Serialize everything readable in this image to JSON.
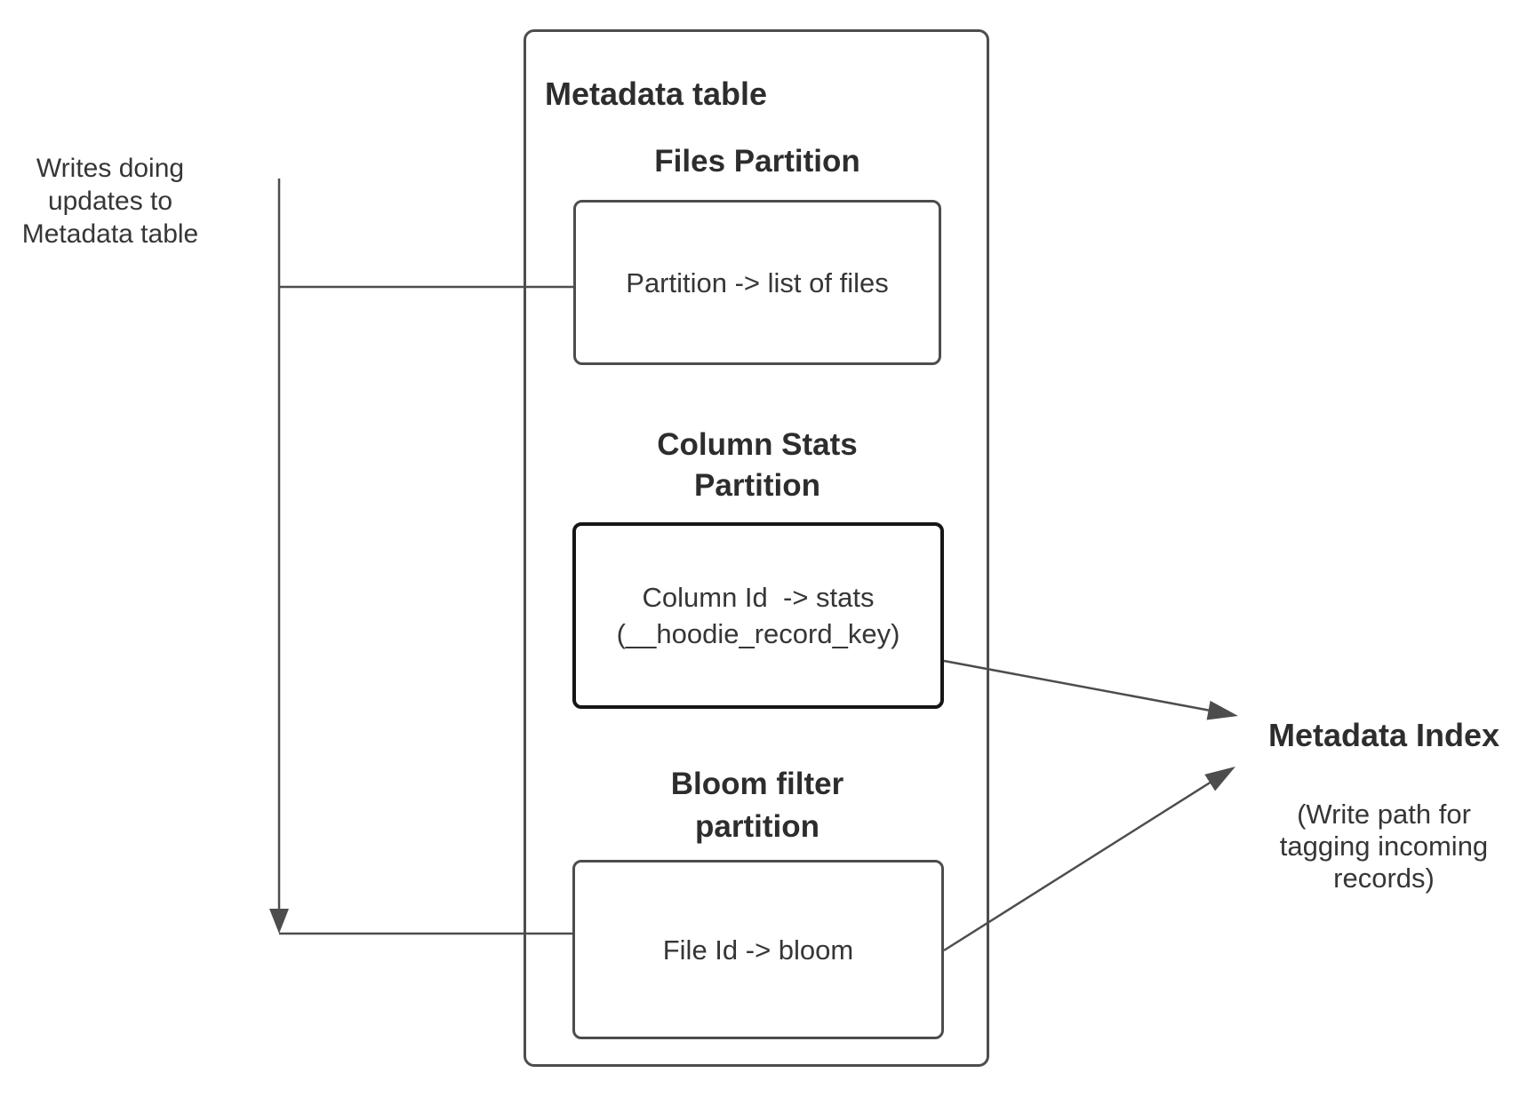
{
  "metadata_table": {
    "title": "Metadata table",
    "files_partition": {
      "heading": "Files Partition",
      "label": "Partition -> list of files"
    },
    "column_stats_partition": {
      "heading": "Column Stats\nPartition",
      "label": "Column Id  -> stats\n(__hoodie_record_key)"
    },
    "bloom_filter_partition": {
      "heading": "Bloom filter\npartition",
      "label": "File Id -> bloom"
    }
  },
  "writes_label": "Writes doing\nupdates to\nMetadata table",
  "metadata_index": {
    "title": "Metadata Index",
    "subtitle": "(Write path for\ntagging incoming\nrecords)"
  },
  "colors": {
    "connector": "#4d4d4d",
    "box_border": "#4d4d4d",
    "emphasis_border": "#161616",
    "heading_text": "#2d2d2d",
    "body_text": "#363636",
    "background": "#ffffff"
  }
}
